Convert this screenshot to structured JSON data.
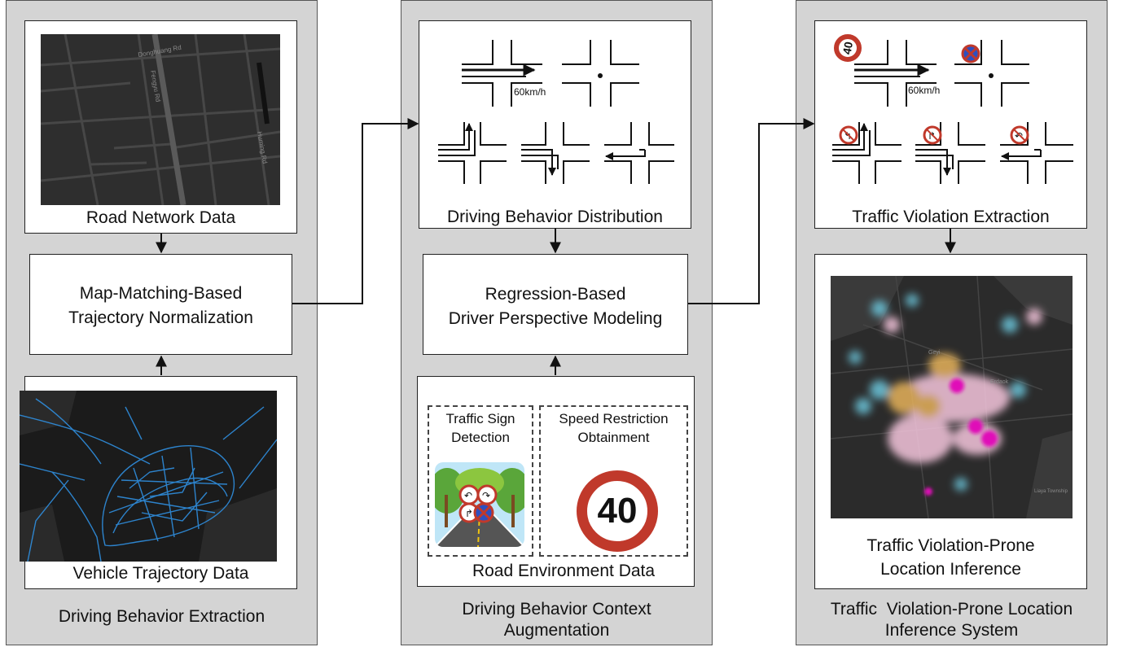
{
  "panels": {
    "left": {
      "caption": "Driving Behavior Extraction"
    },
    "middle": {
      "caption_line1": "Driving Behavior Context",
      "caption_line2": "Augmentation"
    },
    "right": {
      "caption_line1": "Traffic  Violation-Prone Location",
      "caption_line2": "Inference System"
    }
  },
  "left": {
    "road_network": "Road Network Data",
    "map_matching_line1": "Map-Matching-Based",
    "map_matching_line2": "Trajectory Normalization",
    "vehicle_trajectory": "Vehicle Trajectory Data",
    "map_streets": [
      "Donghuang Rd",
      "Fengyu Rd",
      "Huming Rd"
    ]
  },
  "middle": {
    "distribution": "Driving Behavior Distribution",
    "speed_label": "60km/h",
    "regression_line1": "Regression-Based",
    "regression_line2": "Driver Perspective Modeling",
    "sign_detection_line1": "Traffic Sign",
    "sign_detection_line2": "Detection",
    "speed_restriction_line1": "Speed Restriction",
    "speed_restriction_line2": "Obtainment",
    "speed_sign": "40",
    "road_environment": "Road Environment Data"
  },
  "right": {
    "violation_extraction": "Traffic Violation Extraction",
    "speed_label": "60km/h",
    "speed_sign": "40",
    "inference_line1": "Traffic Violation-Prone",
    "inference_line2": "Location Inference",
    "heat_labels": [
      "Geyi",
      "Erdaok",
      "Liaya Township"
    ]
  },
  "colors": {
    "panel": "#d4d4d4",
    "trajectory": "#2f8fe0",
    "sign_red": "#c0392b",
    "heat_magenta": "#e010b8",
    "heat_cyan": "#6cc6dc",
    "heat_orange": "#e6b25a"
  }
}
